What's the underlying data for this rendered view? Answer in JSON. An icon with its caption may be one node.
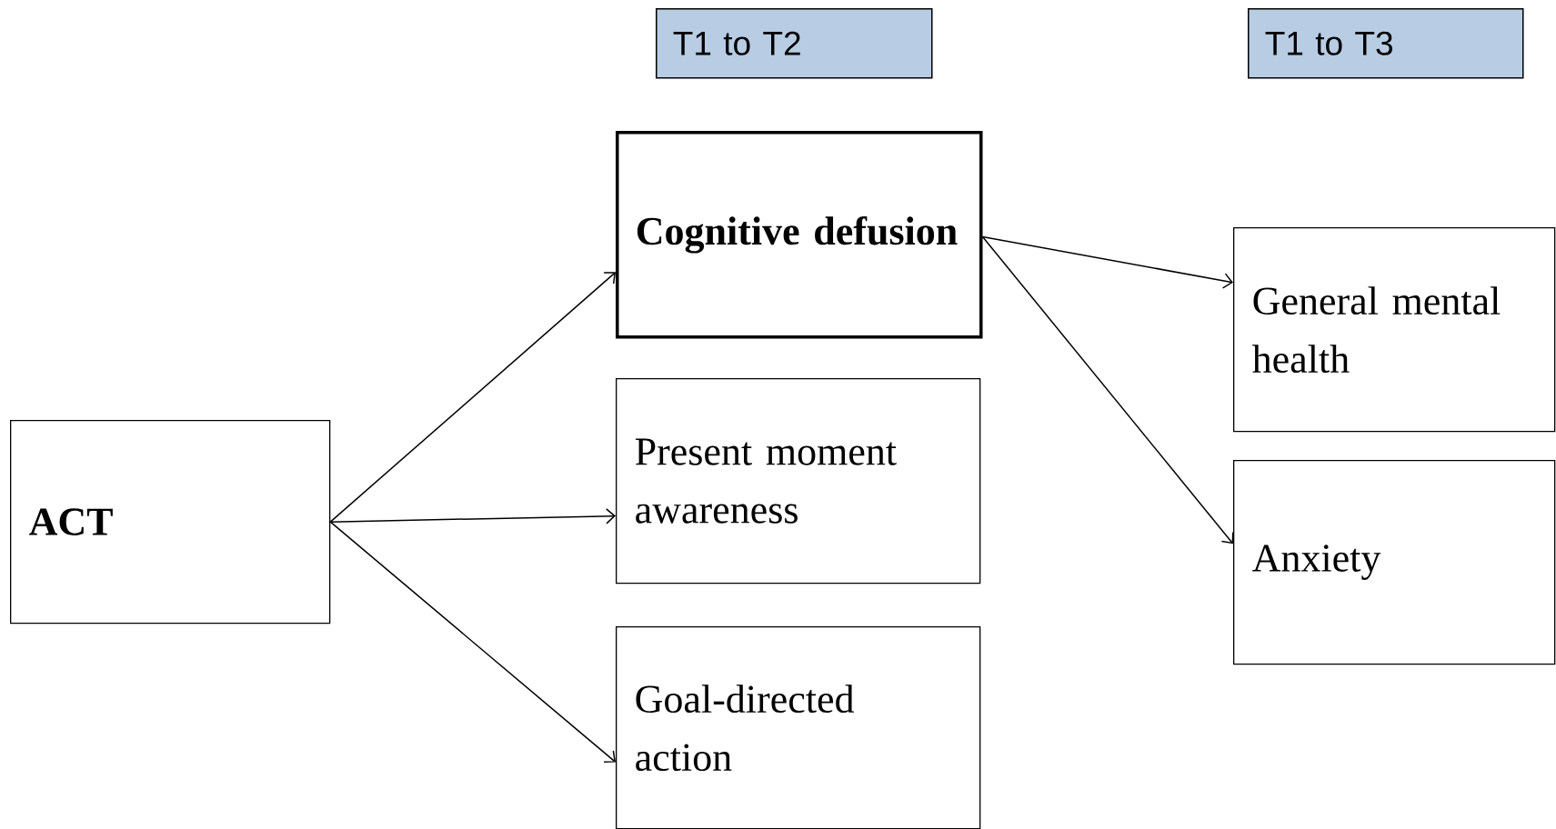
{
  "diagram": {
    "nodes": [
      {
        "text": [
          "T1 to T2"
        ]
      },
      {
        "text": [
          "T1 to T3"
        ]
      },
      {
        "text": [
          "ACT"
        ]
      },
      {
        "text": [
          "Cognitive defusion"
        ]
      },
      {
        "text": [
          "Present moment awareness"
        ]
      },
      {
        "text": [
          "Goal-directed action"
        ]
      },
      {
        "text": [
          "General mental health"
        ]
      },
      {
        "text": [
          "Anxiety"
        ]
      }
    ],
    "edges": [
      {
        "from": 2,
        "to": 3,
        "arrow": "to"
      },
      {
        "from": 2,
        "to": 4,
        "arrow": "to"
      },
      {
        "from": 2,
        "to": 5,
        "arrow": "to"
      },
      {
        "from": 3,
        "to": 6,
        "arrow": "to"
      },
      {
        "from": 3,
        "to": 7,
        "arrow": "to"
      }
    ]
  }
}
